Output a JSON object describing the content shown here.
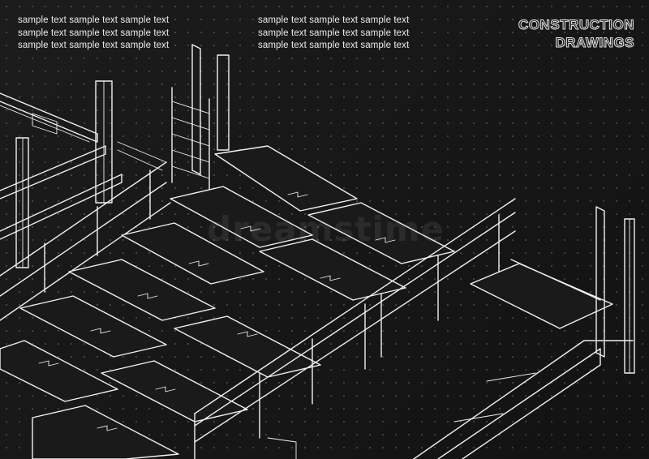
{
  "text_lines": {
    "left": [
      "sample text sample text sample text",
      "sample text sample text sample text",
      "sample text sample text sample text"
    ],
    "middle": [
      "sample text sample text sample text",
      "sample text sample text sample text",
      "sample text sample text sample text"
    ]
  },
  "title": {
    "line1": "CONSTRUCTION",
    "line2": "DRAWINGS"
  },
  "watermark": "dreamstime",
  "colors": {
    "background": "#161616",
    "line": "#f0f0f0"
  }
}
